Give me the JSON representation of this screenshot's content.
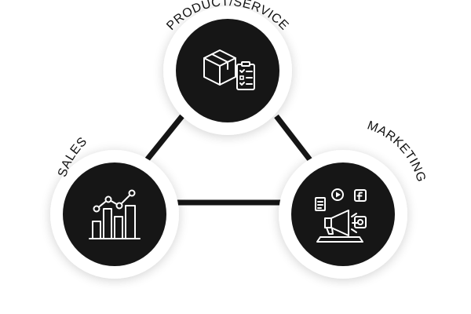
{
  "diagram": {
    "nodes": [
      {
        "id": "product-service",
        "label": "PRODUCT/SERVICE",
        "icon": "box-checklist-icon"
      },
      {
        "id": "sales",
        "label": "SALES",
        "icon": "bar-chart-trend-icon"
      },
      {
        "id": "marketing",
        "label": "MARKETING",
        "icon": "megaphone-social-icon"
      }
    ],
    "edges": [
      {
        "from": "product-service",
        "to": "sales"
      },
      {
        "from": "product-service",
        "to": "marketing"
      },
      {
        "from": "sales",
        "to": "marketing"
      }
    ],
    "colors": {
      "disc": "#161616",
      "connector": "#151515",
      "ring": "#ffffff",
      "label": "#111111"
    }
  }
}
